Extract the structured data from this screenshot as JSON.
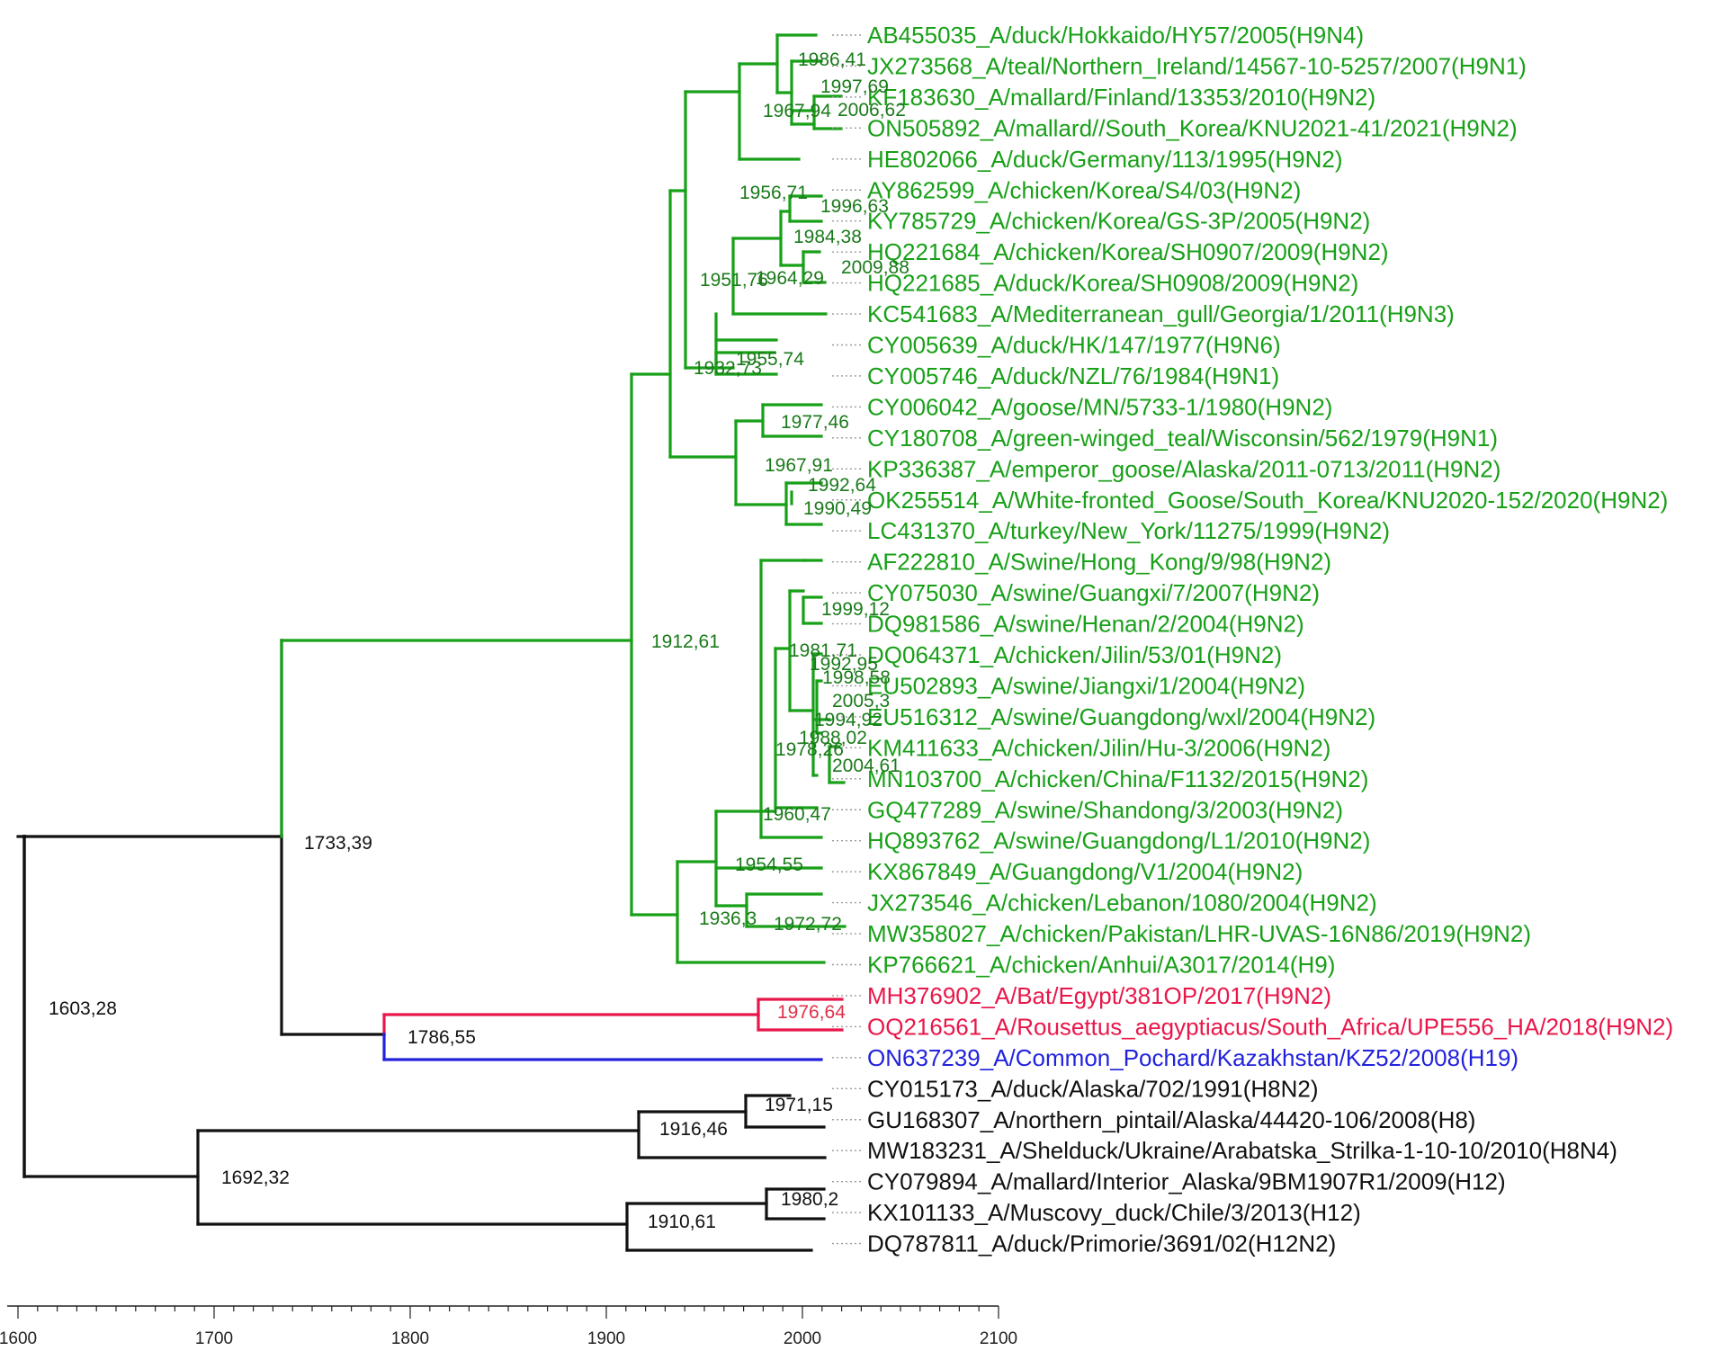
{
  "colors": {
    "green": "#18a018",
    "red": "#e8174a",
    "blue": "#2222dd",
    "black": "#111111",
    "dots": "#9a9a9a"
  },
  "tips": [
    {
      "label": "AB455035_A/duck/Hokkaido/HY57/2005(H9N4)",
      "clade": "green"
    },
    {
      "label": "JX273568_A/teal/Northern_Ireland/14567-10-5257/2007(H9N1)",
      "clade": "green"
    },
    {
      "label": "KF183630_A/mallard/Finland/13353/2010(H9N2)",
      "clade": "green"
    },
    {
      "label": "ON505892_A/mallard//South_Korea/KNU2021-41/2021(H9N2)",
      "clade": "green"
    },
    {
      "label": "HE802066_A/duck/Germany/113/1995(H9N2)",
      "clade": "green"
    },
    {
      "label": "AY862599_A/chicken/Korea/S4/03(H9N2)",
      "clade": "green"
    },
    {
      "label": "KY785729_A/chicken/Korea/GS-3P/2005(H9N2)",
      "clade": "green"
    },
    {
      "label": "HQ221684_A/chicken/Korea/SH0907/2009(H9N2)",
      "clade": "green"
    },
    {
      "label": "HQ221685_A/duck/Korea/SH0908/2009(H9N2)",
      "clade": "green"
    },
    {
      "label": "KC541683_A/Mediterranean_gull/Georgia/1/2011(H9N3)",
      "clade": "green"
    },
    {
      "label": "CY005639_A/duck/HK/147/1977(H9N6)",
      "clade": "green"
    },
    {
      "label": "CY005746_A/duck/NZL/76/1984(H9N1)",
      "clade": "green"
    },
    {
      "label": "CY006042_A/goose/MN/5733-1/1980(H9N2)",
      "clade": "green"
    },
    {
      "label": "CY180708_A/green-winged_teal/Wisconsin/562/1979(H9N1)",
      "clade": "green"
    },
    {
      "label": "KP336387_A/emperor_goose/Alaska/2011-0713/2011(H9N2)",
      "clade": "green"
    },
    {
      "label": "OK255514_A/White-fronted_Goose/South_Korea/KNU2020-152/2020(H9N2)",
      "clade": "green"
    },
    {
      "label": "LC431370_A/turkey/New_York/11275/1999(H9N2)",
      "clade": "green"
    },
    {
      "label": "AF222810_A/Swine/Hong_Kong/9/98(H9N2)",
      "clade": "green"
    },
    {
      "label": "CY075030_A/swine/Guangxi/7/2007(H9N2)",
      "clade": "green"
    },
    {
      "label": "DQ981586_A/swine/Henan/2/2004(H9N2)",
      "clade": "green"
    },
    {
      "label": "DQ064371_A/chicken/Jilin/53/01(H9N2)",
      "clade": "green"
    },
    {
      "label": "EU502893_A/swine/Jiangxi/1/2004(H9N2)",
      "clade": "green"
    },
    {
      "label": "EU516312_A/swine/Guangdong/wxl/2004(H9N2)",
      "clade": "green"
    },
    {
      "label": "KM411633_A/chicken/Jilin/Hu-3/2006(H9N2)",
      "clade": "green"
    },
    {
      "label": "MN103700_A/chicken/China/F1132/2015(H9N2)",
      "clade": "green"
    },
    {
      "label": "GQ477289_A/swine/Shandong/3/2003(H9N2)",
      "clade": "green"
    },
    {
      "label": "HQ893762_A/swine/Guangdong/L1/2010(H9N2)",
      "clade": "green"
    },
    {
      "label": "KX867849_A/Guangdong/V1/2004(H9N2)",
      "clade": "green"
    },
    {
      "label": "JX273546_A/chicken/Lebanon/1080/2004(H9N2)",
      "clade": "green"
    },
    {
      "label": "MW358027_A/chicken/Pakistan/LHR-UVAS-16N86/2019(H9N2)",
      "clade": "green"
    },
    {
      "label": "KP766621_A/chicken/Anhui/A3017/2014(H9)",
      "clade": "green"
    },
    {
      "label": "MH376902_A/Bat/Egypt/381OP/2017(H9N2)",
      "clade": "red"
    },
    {
      "label": "OQ216561_A/Rousettus_aegyptiacus/South_Africa/UPE556_HA/2018(H9N2)",
      "clade": "red"
    },
    {
      "label": "ON637239_A/Common_Pochard/Kazakhstan/KZ52/2008(H19)",
      "clade": "blue"
    },
    {
      "label": "CY015173_A/duck/Alaska/702/1991(H8N2)",
      "clade": "black"
    },
    {
      "label": "GU168307_A/northern_pintail/Alaska/44420-106/2008(H8)",
      "clade": "black"
    },
    {
      "label": "MW183231_A/Shelduck/Ukraine/Arabatska_Strilka-1-10-10/2010(H8N4)",
      "clade": "black"
    },
    {
      "label": "CY079894_A/mallard/Interior_Alaska/9BM1907R1/2009(H12)",
      "clade": "black"
    },
    {
      "label": "KX101133_A/Muscovy_duck/Chile/3/2013(H12)",
      "clade": "black"
    },
    {
      "label": "DQ787811_A/duck/Primorie/3691/02(H12N2)",
      "clade": "black"
    }
  ],
  "node_labels": [
    {
      "text": "1603,28",
      "clade": "black"
    },
    {
      "text": "1733,39",
      "clade": "black"
    },
    {
      "text": "1786,55",
      "clade": "black"
    },
    {
      "text": "1692,32",
      "clade": "black"
    },
    {
      "text": "1916,46",
      "clade": "black"
    },
    {
      "text": "1971,15",
      "clade": "black"
    },
    {
      "text": "1910,61",
      "clade": "black"
    },
    {
      "text": "1980,2",
      "clade": "black"
    },
    {
      "text": "1976,64",
      "clade": "red"
    },
    {
      "text": "1912,61",
      "clade": "green"
    },
    {
      "text": "1986,41",
      "clade": "green"
    },
    {
      "text": "1997,69",
      "clade": "green"
    },
    {
      "text": "2006,62",
      "clade": "green"
    },
    {
      "text": "1967,94",
      "clade": "green"
    },
    {
      "text": "1956,71",
      "clade": "green"
    },
    {
      "text": "1996,63",
      "clade": "green"
    },
    {
      "text": "1984,38",
      "clade": "green"
    },
    {
      "text": "2009,88",
      "clade": "green"
    },
    {
      "text": "1964,29",
      "clade": "green"
    },
    {
      "text": "1951,76",
      "clade": "green"
    },
    {
      "text": "1955,74",
      "clade": "green"
    },
    {
      "text": "1932,73",
      "clade": "green"
    },
    {
      "text": "1977,46",
      "clade": "green"
    },
    {
      "text": "1967,91",
      "clade": "green"
    },
    {
      "text": "1992,64",
      "clade": "green"
    },
    {
      "text": "1990,49",
      "clade": "green"
    },
    {
      "text": "1999,12",
      "clade": "green"
    },
    {
      "text": "1981,71",
      "clade": "green"
    },
    {
      "text": "1992,95",
      "clade": "green"
    },
    {
      "text": "1998,58",
      "clade": "green"
    },
    {
      "text": "2005,3",
      "clade": "green"
    },
    {
      "text": "1994,92",
      "clade": "green"
    },
    {
      "text": "1988,02",
      "clade": "green"
    },
    {
      "text": "1978,26",
      "clade": "green"
    },
    {
      "text": "2004,61",
      "clade": "green"
    },
    {
      "text": "1960,47",
      "clade": "green"
    },
    {
      "text": "1954,55",
      "clade": "green"
    },
    {
      "text": "1972,72",
      "clade": "green"
    },
    {
      "text": "1936,3",
      "clade": "green"
    }
  ],
  "axis": {
    "ticks": [
      "1600",
      "1700",
      "1800",
      "1900",
      "2000",
      "2100"
    ],
    "range": [
      1600,
      2100
    ]
  }
}
